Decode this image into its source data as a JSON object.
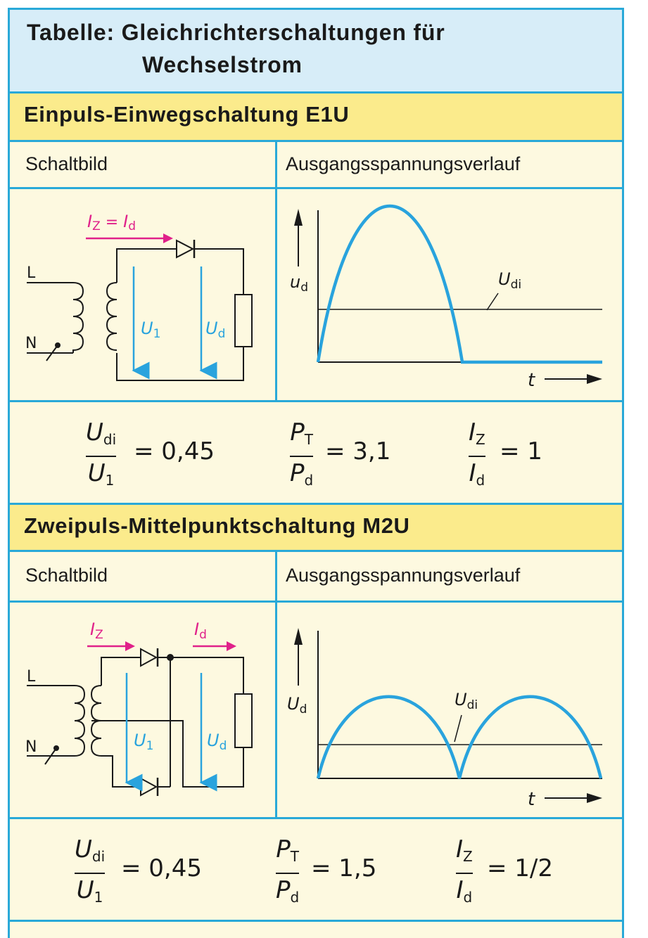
{
  "title": {
    "line1": "Tabelle: Gleichrichterschaltungen für",
    "line2": "Wechselstrom"
  },
  "sections": [
    {
      "heading": "Einpuls-Einwegschaltung E1U",
      "col_left": "Schaltbild",
      "col_right": "Ausgangsspannungsverlauf",
      "circuit_labels": {
        "L": "L",
        "N": "N",
        "current_top": "I",
        "current_top_sub": "Z = I",
        "current_top_sub2": "d",
        "u1": "U",
        "u1_sub": "1",
        "ud": "U",
        "ud_sub": "d"
      },
      "graph_labels": {
        "y": "u",
        "y_sub": "d",
        "avg": "U",
        "avg_sub": "di",
        "x": "t"
      },
      "formulas": [
        {
          "num": "U",
          "num_sub": "di",
          "den": "U",
          "den_sub": "1",
          "value": "= 0,45"
        },
        {
          "num": "P",
          "num_sub": "T",
          "den": "P",
          "den_sub": "d",
          "value": "= 3,1"
        },
        {
          "num": "I",
          "num_sub": "Z",
          "den": "I",
          "den_sub": "d",
          "value": "= 1"
        }
      ]
    },
    {
      "heading": "Zweipuls-Mittelpunktschaltung M2U",
      "col_left": "Schaltbild",
      "col_right": "Ausgangsspannungsverlauf",
      "circuit_labels": {
        "L": "L",
        "N": "N",
        "iz": "I",
        "iz_sub": "Z",
        "id": "I",
        "id_sub": "d",
        "u1": "U",
        "u1_sub": "1",
        "ud": "U",
        "ud_sub": "d"
      },
      "graph_labels": {
        "y": "U",
        "y_sub": "d",
        "avg": "U",
        "avg_sub": "di",
        "x": "t"
      },
      "formulas": [
        {
          "num": "U",
          "num_sub": "di",
          "den": "U",
          "den_sub": "1",
          "value": "= 0,45"
        },
        {
          "num": "P",
          "num_sub": "T",
          "den": "P",
          "den_sub": "d",
          "value": "= 1,5"
        },
        {
          "num": "I",
          "num_sub": "Z",
          "den": "I",
          "den_sub": "d",
          "value": "= 1/2"
        }
      ]
    }
  ],
  "colors": {
    "border": "#29a9d8",
    "title_bg": "#d7edf8",
    "section_bg": "#fbeb8c",
    "cell_bg": "#fdf9e0",
    "wave": "#29a3dd",
    "current": "#e0218a"
  }
}
